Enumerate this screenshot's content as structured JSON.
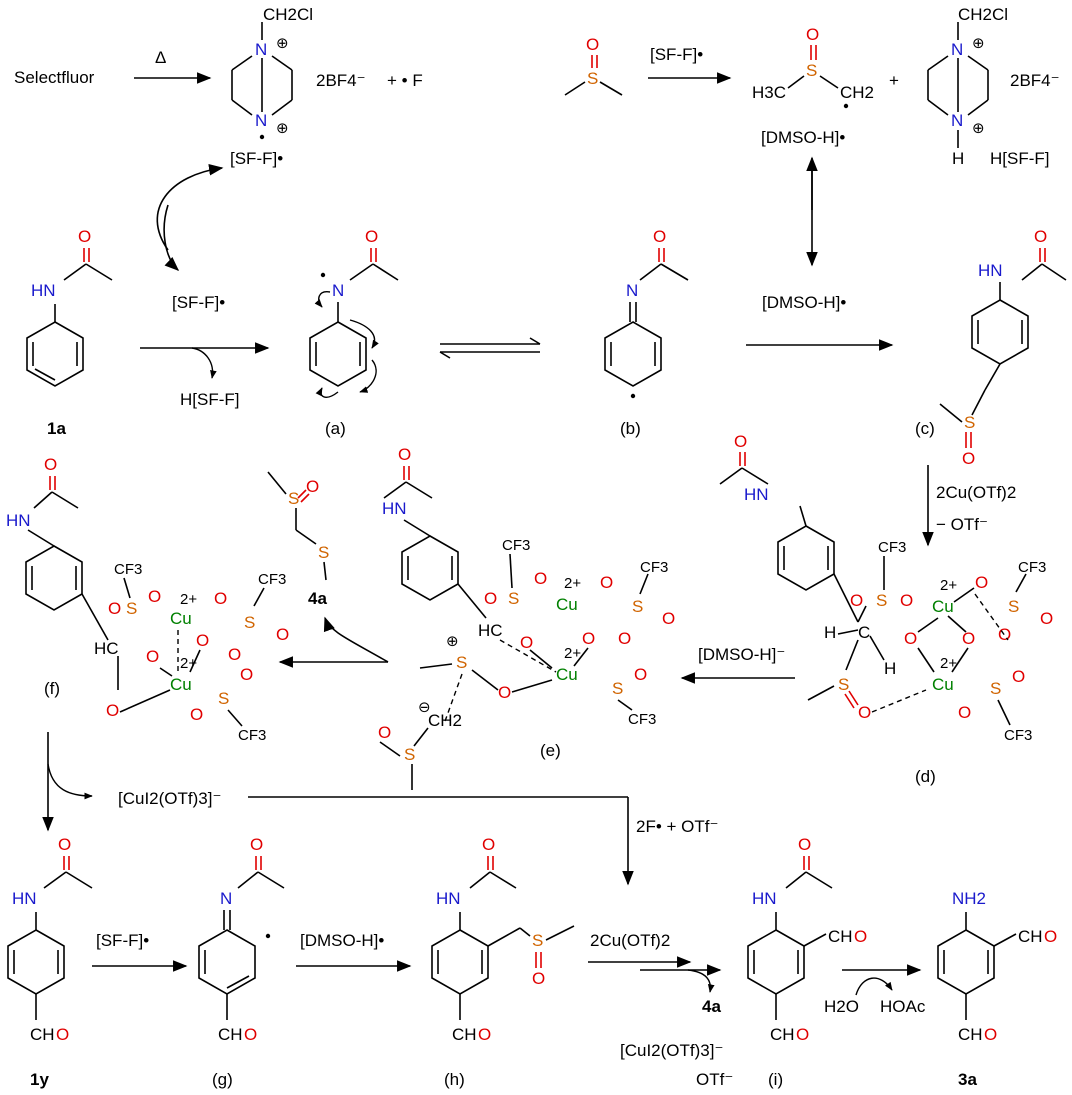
{
  "row1": {
    "selectfluor": "Selectfluor",
    "heat": "Δ",
    "ch2cl": "CH2Cl",
    "bf4": "2BF4⁻",
    "plus_f": "+ • F",
    "sf_f_radical": "[SF-F]•",
    "dmso_reagent": "[SF-F]•",
    "h3c": "H3C",
    "ch2": "CH2",
    "dmso_h_radical": "[DMSO-H]•",
    "h_sf_f": "H[SF-F]",
    "h": "H",
    "plus": "+"
  },
  "row2": {
    "sf_f_label": "[SF-F]•",
    "h_sf_f_label": "H[SF-F]",
    "dmso_h_label": "[DMSO-H]•",
    "hn": "HN",
    "n": "N",
    "o": "O"
  },
  "compound_labels": {
    "c1a": "1a",
    "a": "(a)",
    "b": "(b)",
    "c": "(c)",
    "d": "(d)",
    "e": "(e)",
    "f": "(f)",
    "c4a": "4a",
    "c1y": "1y",
    "g": "(g)",
    "h": "(h)",
    "i": "(i)",
    "c3a": "3a"
  },
  "reagents": {
    "cu_otf": "2Cu(OTf)2",
    "minus_otf": "− OTf⁻",
    "dmso_h_anion": "[DMSO-H]⁻",
    "cu1_complex": "[CuI2(OTf)3]⁻",
    "two_f": "2F• + OTf⁻",
    "sf_f_g": "[SF-F]•",
    "dmso_h_h": "[DMSO-H]•",
    "cu_otf_i": "2Cu(OTf)2",
    "byproduct_4a": "4a",
    "byproduct_cu": "[CuI2(OTf)3]⁻",
    "byproduct_otf": "OTf⁻",
    "h2o": "H2O",
    "hoac": "HOAc"
  },
  "atoms": {
    "cf3": "CF3",
    "cu": "Cu",
    "cu_charge": "2+",
    "s": "S",
    "cho": "CHO",
    "nh2": "NH2",
    "hc": "HC",
    "c": "C"
  }
}
